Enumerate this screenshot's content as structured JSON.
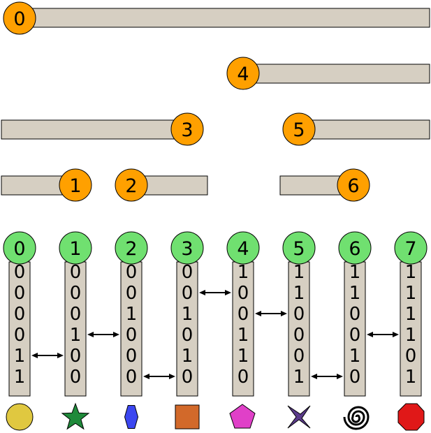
{
  "bars": [
    {
      "label": "0"
    },
    {
      "label": "4"
    },
    {
      "label": "3"
    },
    {
      "label": "5"
    },
    {
      "label": "1"
    },
    {
      "label": "2"
    },
    {
      "label": "6"
    }
  ],
  "columns": [
    {
      "label": "0",
      "bits": [
        "0",
        "0",
        "0",
        "0",
        "1",
        "1"
      ],
      "symbol": "circle-icon"
    },
    {
      "label": "1",
      "bits": [
        "0",
        "0",
        "0",
        "1",
        "0",
        "0"
      ],
      "symbol": "star-icon"
    },
    {
      "label": "2",
      "bits": [
        "0",
        "0",
        "1",
        "0",
        "0",
        "0"
      ],
      "symbol": "hexagon-icon"
    },
    {
      "label": "3",
      "bits": [
        "0",
        "0",
        "1",
        "0",
        "1",
        "0"
      ],
      "symbol": "square-icon"
    },
    {
      "label": "4",
      "bits": [
        "1",
        "0",
        "0",
        "1",
        "1",
        "0"
      ],
      "symbol": "pentagon-icon"
    },
    {
      "label": "5",
      "bits": [
        "1",
        "1",
        "0",
        "0",
        "0",
        "1"
      ],
      "symbol": "four-point-star-icon"
    },
    {
      "label": "6",
      "bits": [
        "1",
        "1",
        "0",
        "0",
        "1",
        "0"
      ],
      "symbol": "spiral-icon"
    },
    {
      "label": "7",
      "bits": [
        "1",
        "1",
        "1",
        "1",
        "0",
        "1"
      ],
      "symbol": "octagon-icon"
    }
  ],
  "swaps": [
    {
      "between": [
        0,
        1
      ],
      "bit_row": 4
    },
    {
      "between": [
        1,
        2
      ],
      "bit_row": 3
    },
    {
      "between": [
        2,
        3
      ],
      "bit_row": 5
    },
    {
      "between": [
        3,
        4
      ],
      "bit_row": 1
    },
    {
      "between": [
        4,
        5
      ],
      "bit_row": 2
    },
    {
      "between": [
        5,
        6
      ],
      "bit_row": 5
    },
    {
      "between": [
        6,
        7
      ],
      "bit_row": 3
    }
  ],
  "colors": {
    "bar_fill": "#d6cfc2",
    "bar_badge": "#ffa000",
    "column_badge": "#70e070",
    "outline": "#000000",
    "circle": "#e0c840",
    "star": "#1f8a3a",
    "hexagon": "#3b46f0",
    "square": "#d2692a",
    "pentagon": "#e040c8",
    "four_point_star": "#5a3a8a",
    "spiral": "#000000",
    "octagon": "#e01818"
  }
}
